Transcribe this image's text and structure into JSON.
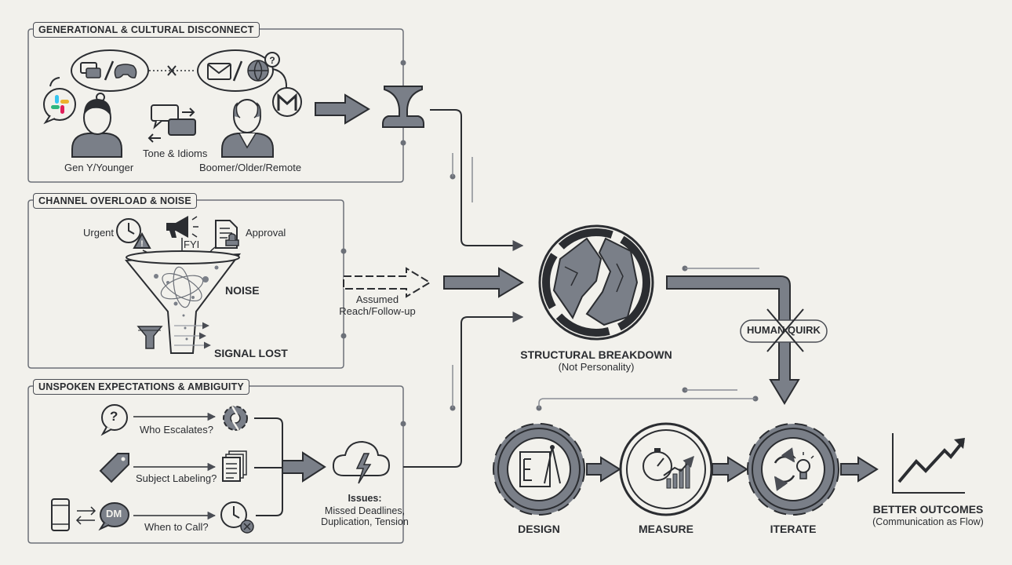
{
  "sections": {
    "generational": {
      "title": "GENERATIONAL & CULTURAL DISCONNECT",
      "younger_label": "Gen Y/Younger",
      "middle_label": "Tone & Idioms",
      "older_label": "Boomer/Older/Remote"
    },
    "channel": {
      "title": "CHANNEL OVERLOAD & NOISE",
      "urgent_label": "Urgent",
      "fyi_label": "FYI",
      "approval_label": "Approval",
      "noise_label": "NOISE",
      "signal_label": "SIGNAL LOST"
    },
    "expectations": {
      "title": "UNSPOKEN EXPECTATIONS & AMBIGUITY",
      "q1": "Who Escalates?",
      "q2": "Subject Labeling?",
      "q3": "When to Call?",
      "dm_text": "DM",
      "question_mark": "?"
    }
  },
  "assumed_label": "Assumed\nReach/Follow-up",
  "issues": {
    "title": "Issues:",
    "detail": "Missed Deadlines,\nDuplication, Tension"
  },
  "breakdown": {
    "title": "STRUCTURAL BREAKDOWN",
    "subtitle": "(Not Personality)"
  },
  "human_quirk": "HUMAN QUIRK",
  "cycle": {
    "design": "DESIGN",
    "measure": "MEASURE",
    "iterate": "ITERATE"
  },
  "outcome": {
    "title": "BETTER OUTCOMES",
    "subtitle": "(Communication as Flow)"
  },
  "colors": {
    "ink": "#2b2d31",
    "fill": "#7a7f88",
    "background": "#f2f1ec"
  }
}
